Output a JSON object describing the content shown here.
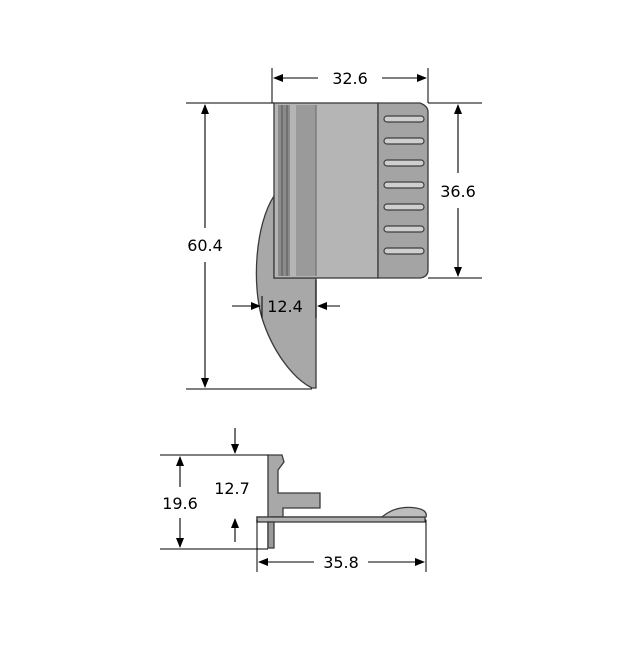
{
  "drawing": {
    "colors": {
      "part_fill": "#a8a8a8",
      "part_light": "#bdbdbd",
      "part_dark": "#7c7c7c",
      "outline": "#3a3a3a",
      "dimension": "#000000",
      "background": "#ffffff"
    },
    "top_view": {
      "dim_width": "32.6",
      "dim_height_total": "60.4",
      "dim_height_grip": "36.6",
      "dim_tab": "12.4"
    },
    "side_view": {
      "dim_height": "19.6",
      "dim_step": "12.7",
      "dim_length": "35.8"
    }
  }
}
